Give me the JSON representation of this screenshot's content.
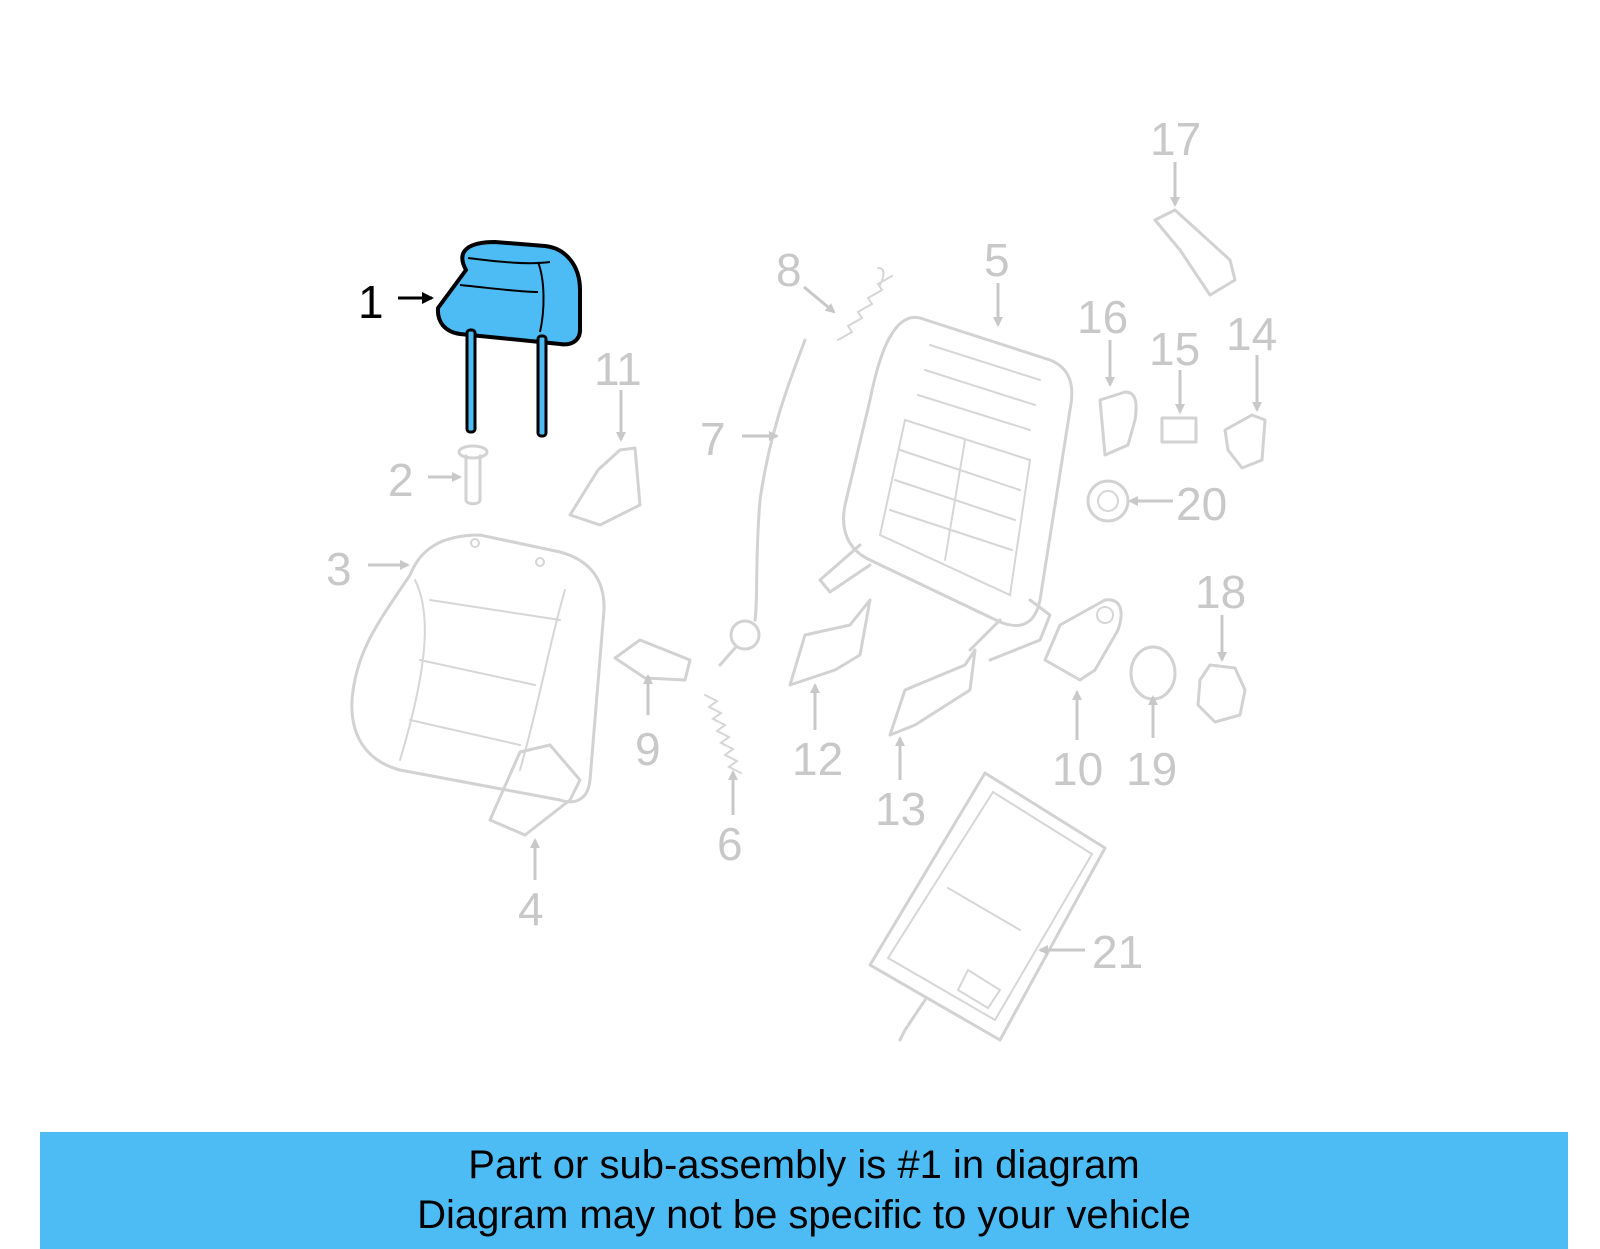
{
  "diagram": {
    "highlight_color": "#4dbcf4",
    "highlighted_part": "1",
    "callouts": [
      "1",
      "2",
      "3",
      "4",
      "5",
      "6",
      "7",
      "8",
      "9",
      "10",
      "11",
      "12",
      "13",
      "14",
      "15",
      "16",
      "17",
      "18",
      "19",
      "20",
      "21"
    ]
  },
  "banner": {
    "line1": "Part or sub-assembly is #1 in diagram",
    "line2": "Diagram may not be specific to your vehicle",
    "color": "#4dbcf4"
  }
}
